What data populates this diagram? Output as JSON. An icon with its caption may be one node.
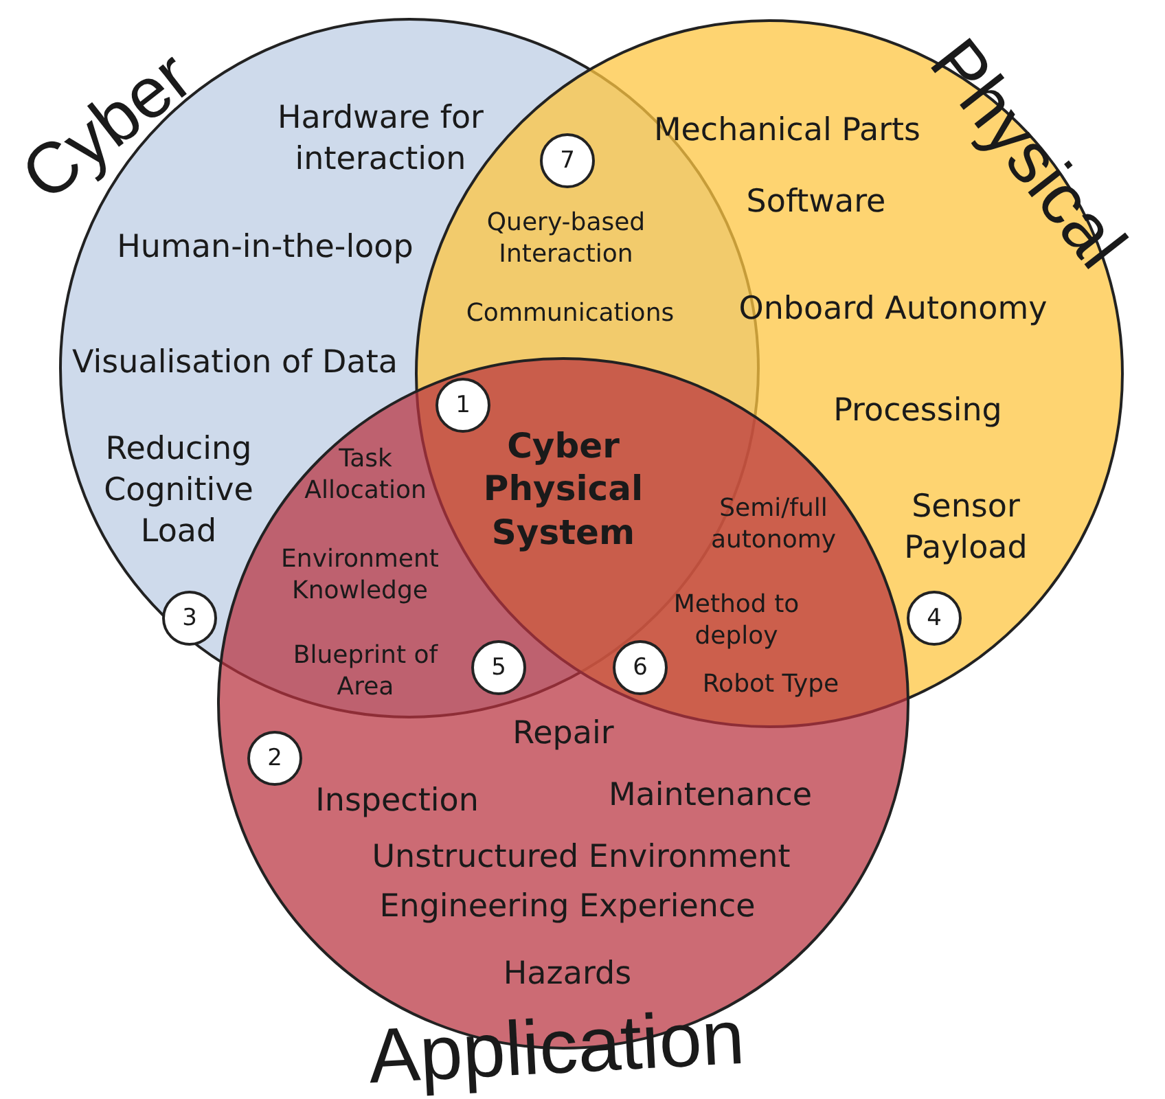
{
  "diagram": {
    "nodes": [
      {
        "text": [
          "Cyber"
        ]
      },
      {
        "text": [
          "Physical"
        ]
      },
      {
        "text": [
          "Application"
        ]
      },
      {
        "text": [
          "7"
        ]
      },
      {
        "text": [
          "1"
        ]
      },
      {
        "text": [
          "3"
        ],
        "in": 0
      },
      {
        "text": [
          "4"
        ],
        "in": 1
      },
      {
        "text": [
          "5"
        ]
      },
      {
        "text": [
          "6"
        ]
      },
      {
        "text": [
          "2"
        ],
        "in": 2
      }
    ],
    "labels": [
      "Hardware for interaction",
      "Mechanical Parts",
      "Query-based Interaction",
      "Software",
      "Human-in-the-loop",
      "Communications",
      "Onboard Autonomy",
      "Visualisation of Data",
      "Processing",
      "Reducing Cognitive Load",
      "Task Allocation",
      "Cyber Physical System",
      "Semi/full autonomy",
      "Sensor Payload",
      "Environment Knowledge",
      "Method to deploy",
      "Blueprint of Area",
      "Robot Type",
      "Repair",
      "Inspection",
      "Maintenance",
      "Unstructured Environment",
      "Engineering Experience",
      "Hazards"
    ]
  }
}
